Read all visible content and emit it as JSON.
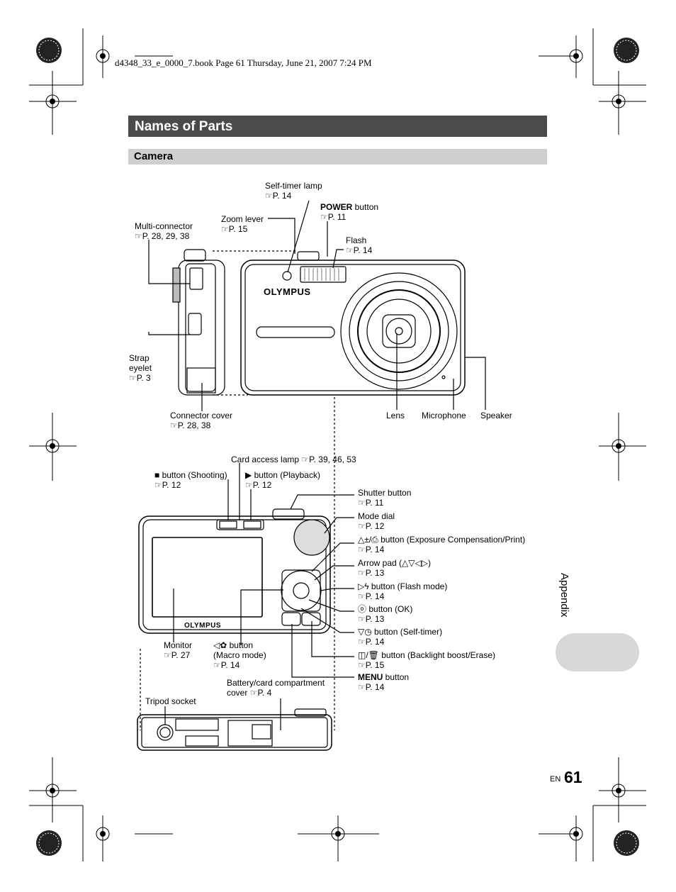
{
  "print_header": "d4348_33_e_0000_7.book  Page 61  Thursday, June 21, 2007  7:24 PM",
  "section_title": "Names of Parts",
  "subsection_title": "Camera",
  "side_tab": "Appendix",
  "page_number": "61",
  "page_lang": "EN",
  "brand": "OLYMPUS",
  "labels": {
    "self_timer_lamp": {
      "name": "Self-timer lamp",
      "ref": "P. 14"
    },
    "power_button": {
      "name_bold": "POWER",
      "name": " button",
      "ref": "P. 11"
    },
    "zoom_lever": {
      "name": "Zoom lever",
      "ref": "P. 15"
    },
    "multi_connector": {
      "name": "Multi-connector",
      "ref": "P. 28, 29, 38"
    },
    "flash": {
      "name": "Flash",
      "ref": "P. 14"
    },
    "strap_eyelet": {
      "name1": "Strap",
      "name2": "eyelet",
      "ref": "P. 3"
    },
    "connector_cover": {
      "name": "Connector cover",
      "ref": "P. 28, 38"
    },
    "lens": {
      "name": "Lens"
    },
    "microphone": {
      "name": "Microphone"
    },
    "speaker": {
      "name": "Speaker"
    },
    "card_access_lamp": {
      "name": "Card access lamp",
      "ref": "P. 39, 46, 53"
    },
    "shooting_button": {
      "name": " button (Shooting)",
      "ref": "P. 12"
    },
    "playback_button": {
      "name": " button (Playback)",
      "ref": "P. 12"
    },
    "shutter_button": {
      "name": "Shutter button",
      "ref": "P. 11"
    },
    "mode_dial": {
      "name": "Mode dial",
      "ref": "P. 12"
    },
    "exposure_button": {
      "name": " button (Exposure Compensation/Print)",
      "ref": "P. 14"
    },
    "arrow_pad": {
      "name": "Arrow pad (",
      "name_end": ")",
      "ref": "P. 13"
    },
    "flash_mode_button": {
      "name": " button (Flash mode)",
      "ref": "P. 14"
    },
    "ok_button": {
      "name": " button (OK)",
      "ref": "P. 13"
    },
    "self_timer_button": {
      "name": " button (Self-timer)",
      "ref": "P. 14"
    },
    "backlight_button": {
      "name": " button (Backlight boost/Erase)",
      "ref": "P. 15"
    },
    "menu_button": {
      "name_bold": "MENU",
      "name": " button",
      "ref": "P. 14"
    },
    "monitor": {
      "name": "Monitor",
      "ref": "P. 27"
    },
    "macro_button": {
      "name": " button",
      "name2": "(Macro mode)",
      "ref": "P. 14"
    },
    "battery_cover": {
      "name": "Battery/card compartment",
      "name2": "cover",
      "ref": "P. 4"
    },
    "tripod_socket": {
      "name": "Tripod socket"
    }
  }
}
